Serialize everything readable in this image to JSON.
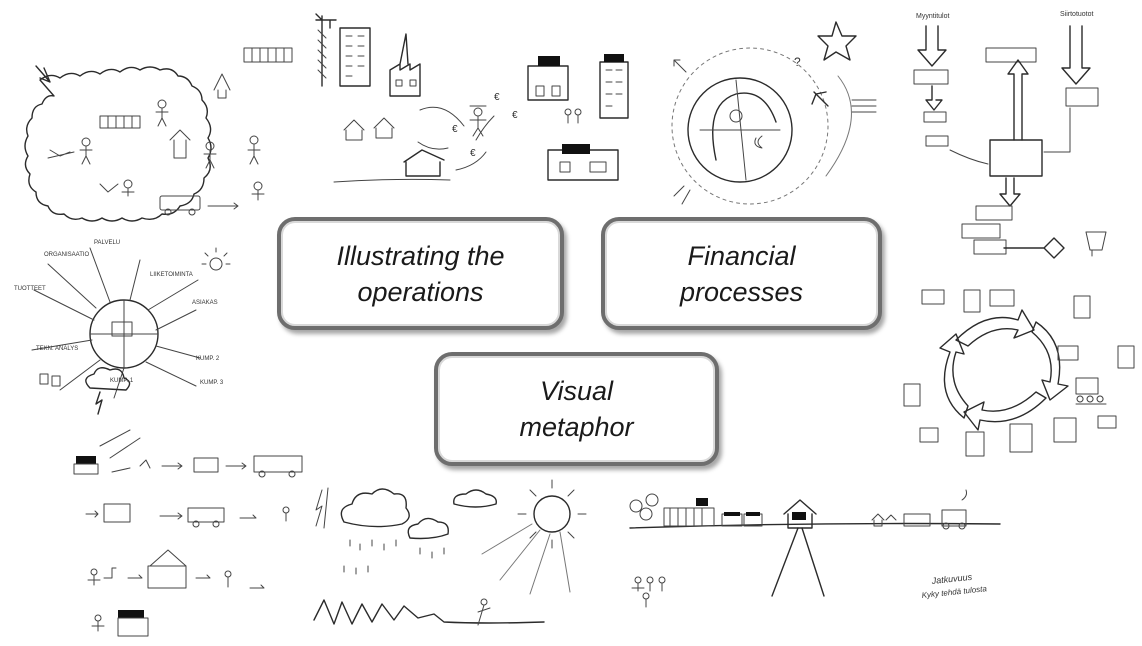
{
  "labels": {
    "operations": {
      "line1": "Illustrating the",
      "line2": "operations"
    },
    "financial": {
      "line1": "Financial",
      "line2": "processes"
    },
    "metaphor": {
      "line1": "Visual",
      "line2": "metaphor"
    }
  },
  "handwriting": {
    "bottom_right_note_line1": "Jatkuvuus",
    "bottom_right_note_line2": "Kyky tehdä tulosta"
  },
  "colors": {
    "ink": "#2b2b2b",
    "box_border": "#6e6e6e",
    "background": "#ffffff"
  }
}
